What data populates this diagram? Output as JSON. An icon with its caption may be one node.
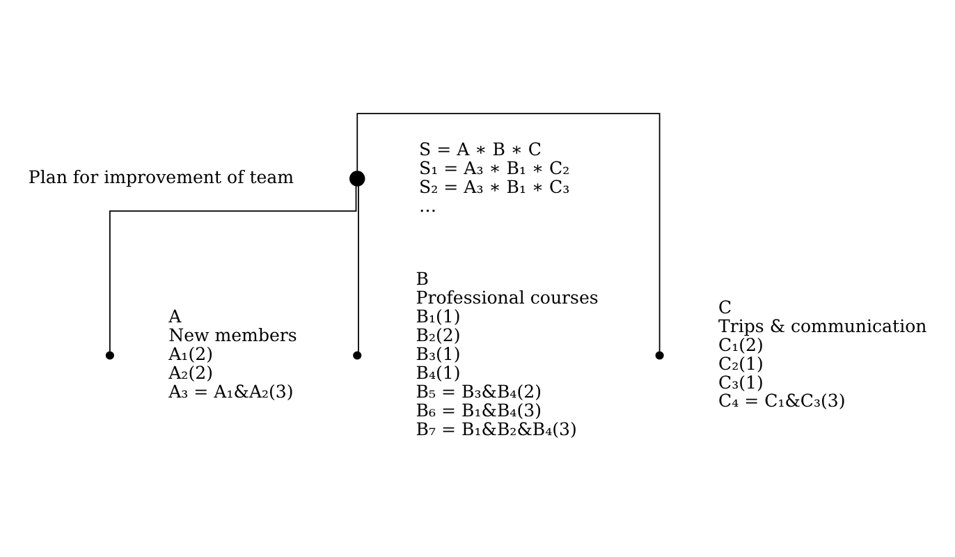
{
  "diagram": {
    "nodes": [
      {
        "text": [],
        "shape": "circle",
        "beside": [
          "Plan for improvement of team",
          "S = A ∗ B ∗ C",
          "S₁ = A₃ ∗ B₁ ∗ C₂",
          "S₂ = A₃ ∗ B₁ ∗ C₃",
          "…"
        ]
      },
      {
        "text": [],
        "shape": "circle",
        "beside": [
          "A",
          "New members",
          "A₁(2)",
          "A₂(2)",
          "A₃ = A₁&A₂(3)"
        ]
      },
      {
        "text": [],
        "shape": "circle",
        "beside": [
          "B",
          "Professional courses",
          "B₁(1)",
          "B₂(2)",
          "B₃(1)",
          "B₄(1)",
          "B₅ = B₃&B₄(2)",
          "B₆ = B₁&B₄(3)",
          "B₇ = B₁&B₂&B₄(3)"
        ]
      },
      {
        "text": [],
        "shape": "circle",
        "beside": [
          "C",
          "Trips & communication",
          "C₁(2)",
          "C₂(1)",
          "C₃(1)",
          "C₄ = C₁&C₃(3)"
        ]
      }
    ],
    "edges": [
      {
        "from": 0,
        "to": 1,
        "arrow": "none"
      },
      {
        "from": 0,
        "to": 2,
        "arrow": "none"
      },
      {
        "from": 0,
        "to": 3,
        "arrow": "none"
      }
    ]
  }
}
